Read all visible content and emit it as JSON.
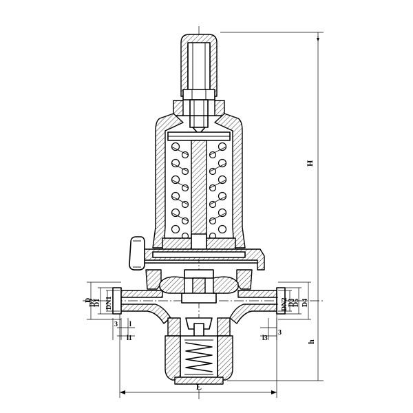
{
  "drawing": {
    "labels": {
      "H": "H",
      "h": "h",
      "L": "L",
      "D": "D",
      "D1": "D1",
      "D2": "D2",
      "DN1": "DN1",
      "DN2": "DN2",
      "D3": "D3",
      "D4": "D4",
      "D5": "D5",
      "l": "l",
      "l1": "l1",
      "l3": "l3",
      "n3_left": "3",
      "n3_right": "3"
    }
  }
}
